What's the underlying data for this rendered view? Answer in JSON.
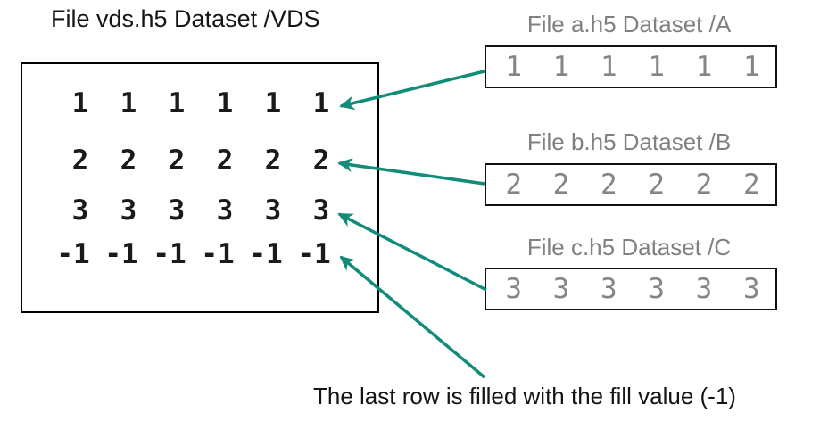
{
  "vds": {
    "title": "File vds.h5 Dataset /VDS",
    "rows": [
      [
        "1",
        "1",
        "1",
        "1",
        "1",
        "1"
      ],
      [
        "2",
        "2",
        "2",
        "2",
        "2",
        "2"
      ],
      [
        "3",
        "3",
        "3",
        "3",
        "3",
        "3"
      ],
      [
        "-1",
        "-1",
        "-1",
        "-1",
        "-1",
        "-1"
      ]
    ]
  },
  "sources": [
    {
      "title": "File a.h5 Dataset /A",
      "values": [
        "1",
        "1",
        "1",
        "1",
        "1",
        "1"
      ]
    },
    {
      "title": "File b.h5 Dataset /B",
      "values": [
        "2",
        "2",
        "2",
        "2",
        "2",
        "2"
      ]
    },
    {
      "title": "File c.h5 Dataset /C",
      "values": [
        "3",
        "3",
        "3",
        "3",
        "3",
        "3"
      ]
    }
  ],
  "note": "The last row is filled with the fill value (-1)",
  "colors": {
    "arrow": "#108C78",
    "source_text": "#808080",
    "text": "#151515"
  }
}
